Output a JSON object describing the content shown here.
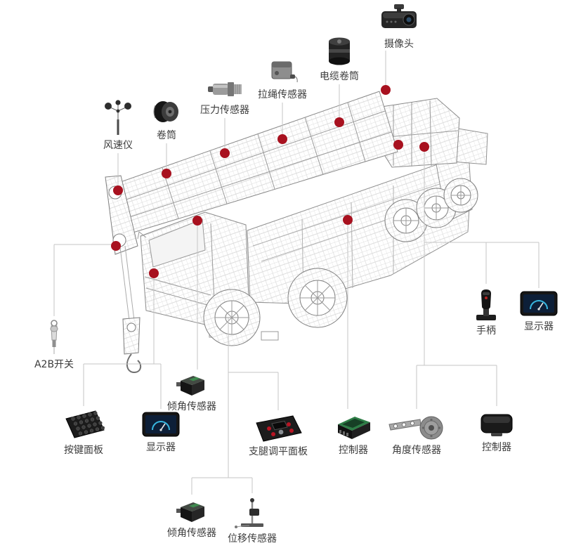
{
  "page": {
    "type": "product-application-diagram",
    "subject": "mobile crane sensor placement"
  },
  "colors": {
    "background": "#ffffff",
    "sensor_dot": "#a8111f",
    "connector_line": "#c6c6c6",
    "label_text": "#3c3c3c"
  },
  "components": {
    "anemometer": {
      "label": "风速仪"
    },
    "reel": {
      "label": "卷筒"
    },
    "pressure_sensor": {
      "label": "压力传感器"
    },
    "draw_wire_sensor": {
      "label": "拉绳传感器"
    },
    "cable_reel": {
      "label": "电缆卷筒"
    },
    "camera": {
      "label": "摄像头"
    },
    "joystick": {
      "label": "手柄"
    },
    "display_right": {
      "label": "显示器"
    },
    "a2b_switch": {
      "label": "A2B开关"
    },
    "keypad_panel": {
      "label": "按键面板"
    },
    "display_bottom": {
      "label": "显示器"
    },
    "tilt_sensor_upper": {
      "label": "倾角传感器"
    },
    "outrigger_leveling_panel": {
      "label": "支腿调平面板"
    },
    "controller_left": {
      "label": "控制器"
    },
    "angle_sensor": {
      "label": "角度传感器"
    },
    "controller_right": {
      "label": "控制器"
    },
    "tilt_sensor_lower": {
      "label": "倾角传感器"
    },
    "displacement_sensor": {
      "label": "位移传感器"
    }
  }
}
